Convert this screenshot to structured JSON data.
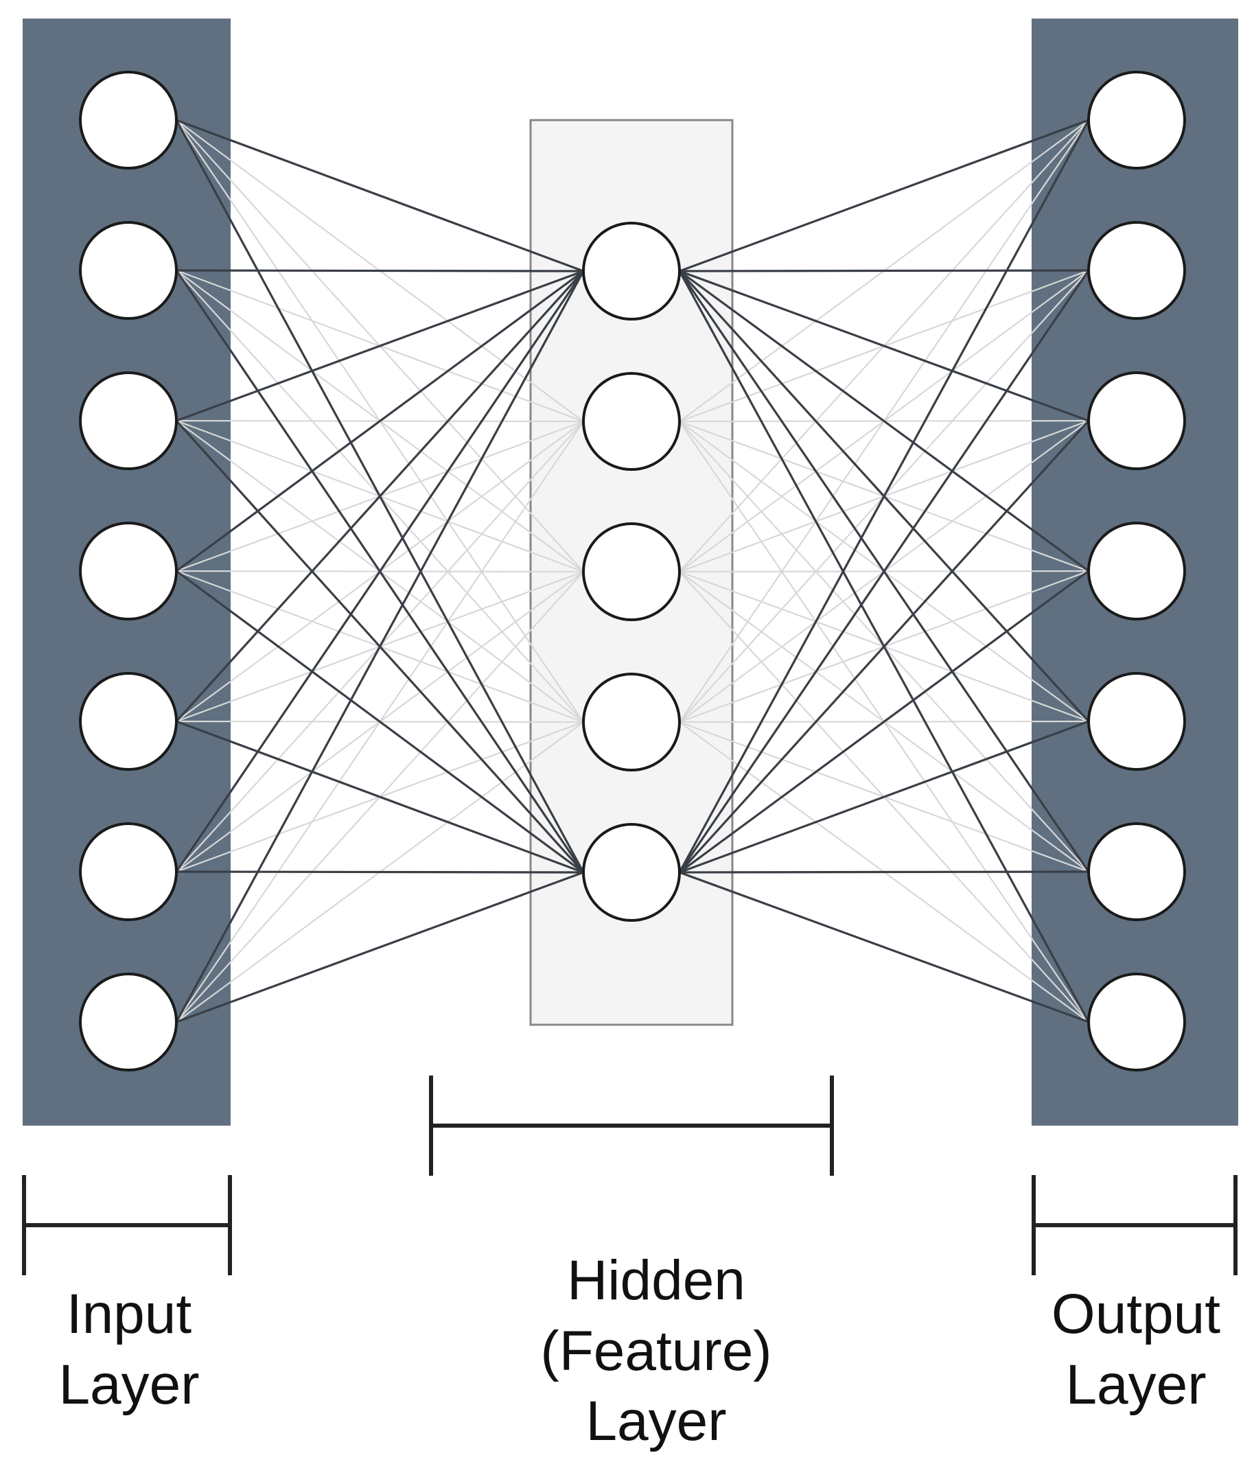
{
  "colors": {
    "layer_panel": "#607080",
    "hidden_panel_fill": "#f4f4f4",
    "hidden_panel_border": "#888888",
    "neuron_fill": "#ffffff",
    "neuron_stroke": "#1a1a1a",
    "strong_edge": "#3a3f47",
    "faint_edge": "#d8d8d8",
    "bracket": "#222222",
    "text": "#111111"
  },
  "network": {
    "input_neurons": 7,
    "hidden_neurons": 5,
    "output_neurons": 7,
    "strong_hidden_neurons": [
      0,
      4
    ]
  },
  "labels": {
    "input": {
      "line1": "Input",
      "line2": "Layer"
    },
    "hidden": {
      "line1": "Hidden",
      "line2": "(Feature)",
      "line3": "Layer"
    },
    "output": {
      "line1": "Output",
      "line2": "Layer"
    }
  }
}
